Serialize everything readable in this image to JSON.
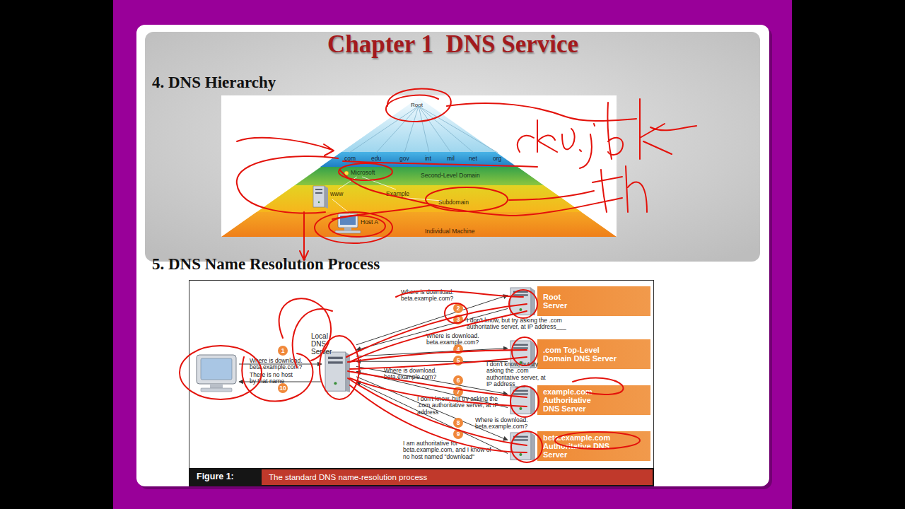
{
  "diagram": {
    "title": "Chapter 1  DNS Service",
    "caption": "The standard DNS name-resolution process",
    "nodes": [
      {
        "text": [
          "Root"
        ]
      },
      {
        "text": [
          "com",
          "edu",
          "gov",
          "int",
          "mil",
          "net",
          "org"
        ]
      },
      {
        "text": [
          "Microsoft",
          "Second-Level Domain"
        ]
      },
      {
        "text": [
          "www",
          "Example",
          "Subdomain"
        ]
      },
      {
        "text": [
          "Host A",
          "Individual Machine"
        ]
      },
      {
        "text": [
          "Local DNS Server"
        ]
      },
      {
        "text": [
          "Root Server"
        ]
      },
      {
        "text": [
          ".com Top-Level Domain DNS Server"
        ]
      },
      {
        "text": [
          "example.com Authoritative DNS Server"
        ]
      },
      {
        "text": [
          "beta.example.com Authoritative DNS Server"
        ]
      }
    ],
    "edges": [
      {
        "from": 5,
        "to": 6,
        "arrow": "to",
        "label": "Where is download. beta.example.com?"
      },
      {
        "from": 6,
        "to": 5,
        "arrow": "to",
        "label": "I don't know, but try asking the .com authoritative server, at IP address___"
      },
      {
        "from": 5,
        "to": 7,
        "arrow": "to",
        "label": "Where is download. beta.example.com?"
      },
      {
        "from": 7,
        "to": 5,
        "arrow": "to",
        "label": "I don't know, but try asking the .com authoritative server, at IP address___"
      },
      {
        "from": 5,
        "to": 8,
        "arrow": "to",
        "label": "Where is download. beta.example.com?"
      },
      {
        "from": 8,
        "to": 5,
        "arrow": "to",
        "label": "I don't know, but try asking the .com authoritative server, at IP address"
      },
      {
        "from": 5,
        "to": 9,
        "arrow": "to",
        "label": "Where is download. beta.example.com?"
      },
      {
        "from": 9,
        "to": 5,
        "arrow": "to",
        "label": "I am authoritative for beta.example.com, and I know of no host named \"download\""
      }
    ],
    "labels": [
      "4. DNS Hierarchy",
      "5. DNS Name Resolution Process",
      "1",
      "Where is download. beta.example.com?",
      "There is no host by that name",
      "10",
      "2",
      "3",
      "4",
      "5",
      "6",
      "7",
      "8",
      "9",
      "Figure 1:"
    ]
  }
}
